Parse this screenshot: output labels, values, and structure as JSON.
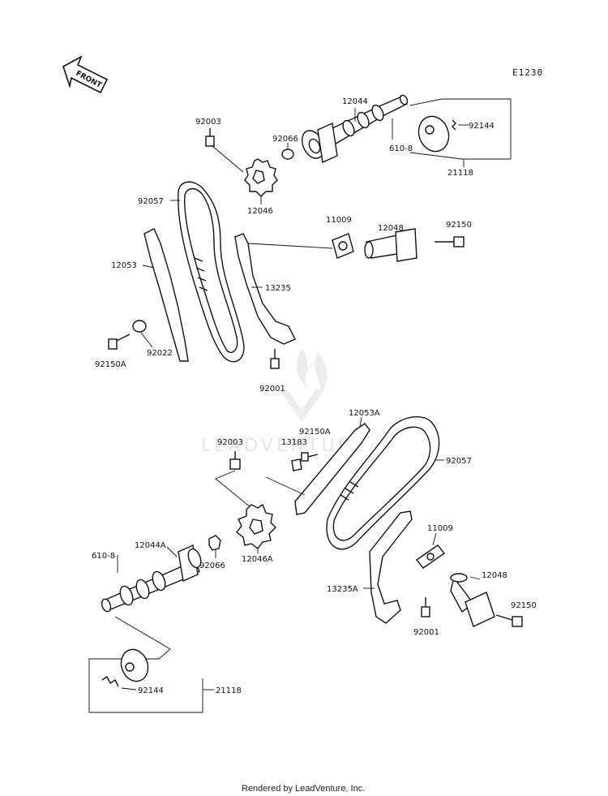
{
  "diagram_code": "E1230",
  "front_label": "FRONT",
  "watermark": "LEADVENTURE",
  "footer": "Rendered by LeadVenture, Inc.",
  "labels": {
    "p12044": "12044",
    "p92003_top": "92003",
    "p92066_top": "92066",
    "p92144_top": "92144",
    "p610_top": "610-8",
    "p21118_top": "21118",
    "p92057_top": "92057",
    "p12046": "12046",
    "p11009_top": "11009",
    "p12048_top": "12048",
    "p92150_top": "92150",
    "p12053": "12053",
    "p13235": "13235",
    "p92022": "92022",
    "p92150A_top": "92150A",
    "p92001_top": "92001",
    "p12053A": "12053A",
    "p92150A_mid": "92150A",
    "p13183": "13183",
    "p92003_bot": "92003",
    "p92057_bot": "92057",
    "p12046A": "12046A",
    "p11009_bot": "11009",
    "p610_bot": "610-8",
    "p12044A": "12044A",
    "p92066_bot": "92066",
    "p12048_bot": "12048",
    "p13235A": "13235A",
    "p92150_bot": "92150",
    "p92001_bot": "92001",
    "p92144_bot": "92144",
    "p21118_bot": "21118"
  }
}
